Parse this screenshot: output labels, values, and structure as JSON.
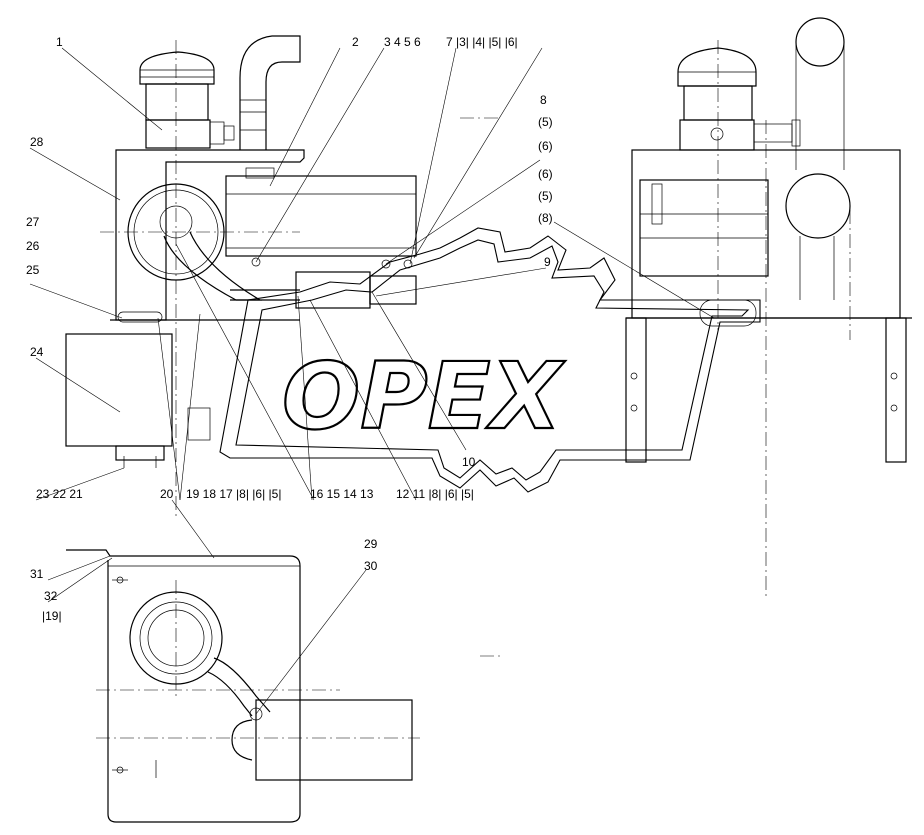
{
  "watermark": {
    "text": "OPEX"
  },
  "callouts": [
    "1",
    "2",
    "3 4  5  6",
    "7  |3| |4| |5| |6|",
    "8",
    "(5)",
    "(6)",
    "(6)",
    "(5)",
    "(8)",
    "9",
    "10",
    "28",
    "27",
    "26",
    "25",
    "24",
    "23  22  21",
    "20",
    "19 18 17 |8| |6| |5|",
    "16 15 14 13",
    "12 11 |8| |6| |5|",
    "29",
    "30",
    "31",
    "32",
    "|19|"
  ]
}
